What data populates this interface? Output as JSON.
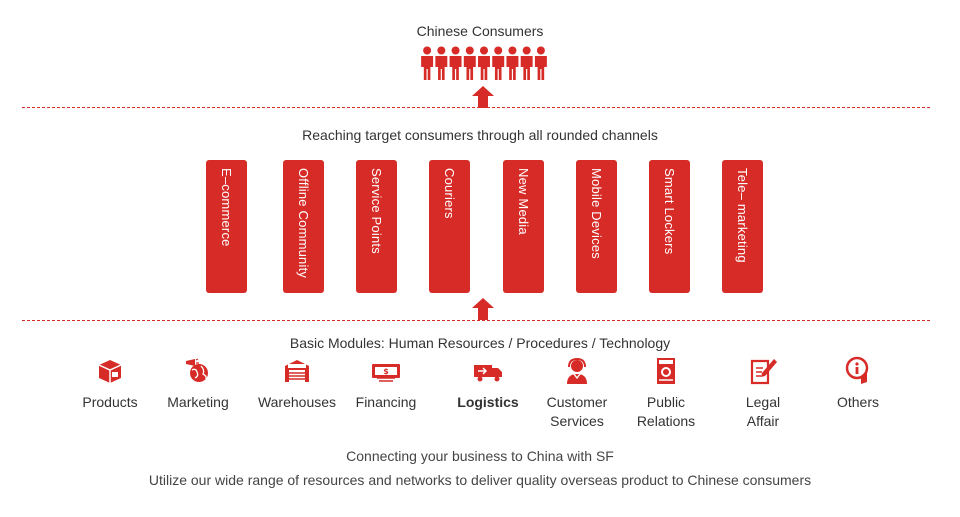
{
  "top": {
    "title": "Chinese Consumers",
    "people_count": 9
  },
  "channels": {
    "title": "Reaching target consumers through all rounded channels",
    "items": [
      {
        "label": "E–commerce"
      },
      {
        "label": "Offline Community"
      },
      {
        "label": "Service Points"
      },
      {
        "label": "Couriers"
      },
      {
        "label": "New Media"
      },
      {
        "label": "Mobile Devices"
      },
      {
        "label": "Smart Lockers"
      },
      {
        "label": "Tele– marketing"
      }
    ]
  },
  "modules": {
    "title": "Basic Modules: Human Resources / Procedures / Technology",
    "items": [
      {
        "label": "Products",
        "icon": "box-icon"
      },
      {
        "label": "Marketing",
        "icon": "globe-megaphone-icon"
      },
      {
        "label": "Warehouses",
        "icon": "warehouse-icon"
      },
      {
        "label": "Financing",
        "icon": "money-icon"
      },
      {
        "label": "Logistics",
        "icon": "truck-icon"
      },
      {
        "label": "Customer Services",
        "icon": "agent-icon"
      },
      {
        "label": "Public Relations",
        "icon": "news-icon"
      },
      {
        "label": "Legal Affair",
        "icon": "document-pen-icon"
      },
      {
        "label": "Others",
        "icon": "info-hand-icon"
      }
    ]
  },
  "footer": {
    "line1": "Connecting your business to China with SF",
    "line2": "Utilize our wide range of resources and networks to deliver quality overseas product to Chinese consumers"
  },
  "colors": {
    "accent": "#d62b27",
    "text": "#333333"
  }
}
